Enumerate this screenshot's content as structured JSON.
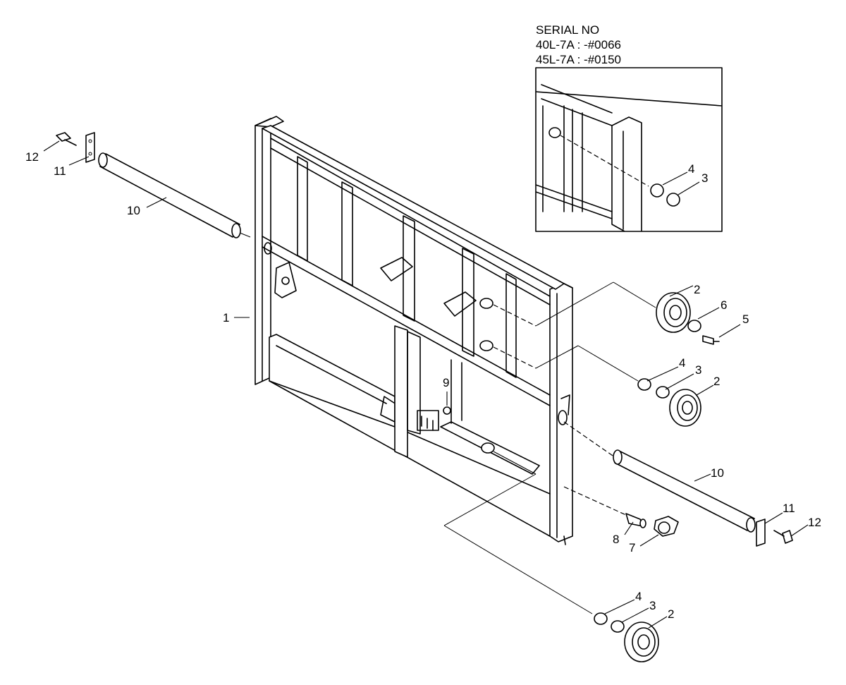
{
  "serial": {
    "heading": "SERIAL NO",
    "line1": "40L-7A : -#0066",
    "line2": "45L-7A : -#0150"
  },
  "callouts": {
    "c1": "1",
    "c2a": "2",
    "c2b": "2",
    "c2c": "2",
    "c3a": "3",
    "c3b": "3",
    "c3c": "3",
    "c4a": "4",
    "c4b": "4",
    "c4c": "4",
    "c5": "5",
    "c6": "6",
    "c7": "7",
    "c8": "8",
    "c9": "9",
    "c10a": "10",
    "c10b": "10",
    "c11a": "11",
    "c11b": "11",
    "c12a": "12",
    "c12b": "12"
  }
}
